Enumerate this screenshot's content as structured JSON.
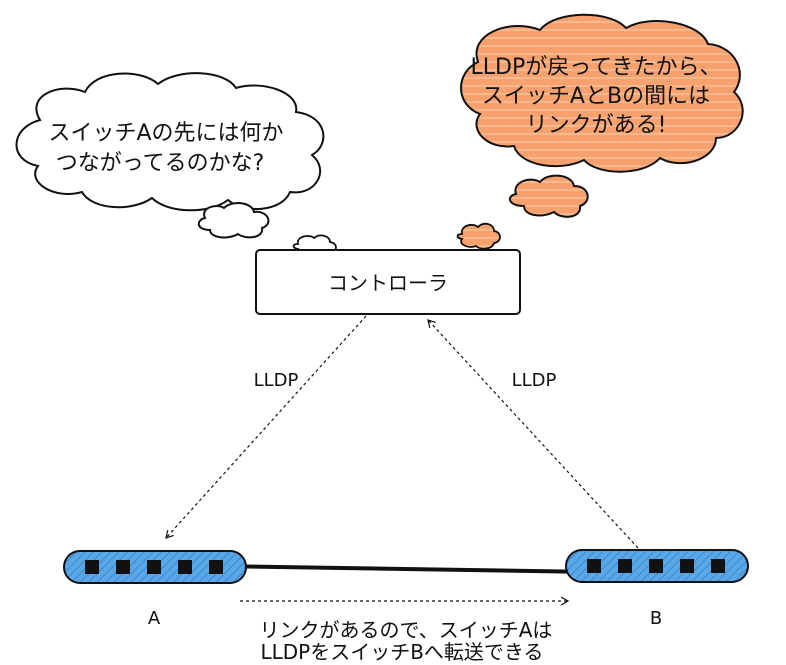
{
  "thought_left": {
    "line1": "スイッチAの先には何か",
    "line2": "つながってるのかな?"
  },
  "thought_right": {
    "line1": "LLDPが戻ってきたから、",
    "line2": "スイッチAとBの間には",
    "line3": "リンクがある!"
  },
  "controller": {
    "label": "コントローラ"
  },
  "arrows": {
    "left_label": "LLDP",
    "right_label": "LLDP"
  },
  "switch_a": {
    "label": "A"
  },
  "switch_b": {
    "label": "B"
  },
  "note": {
    "line1": "リンクがあるので、スイッチAは",
    "line2": "LLDPをスイッチBへ転送できる"
  },
  "colors": {
    "cloud_orange": "#f7a26e",
    "switch_blue": "#4f9fe3",
    "outline": "#111111"
  }
}
